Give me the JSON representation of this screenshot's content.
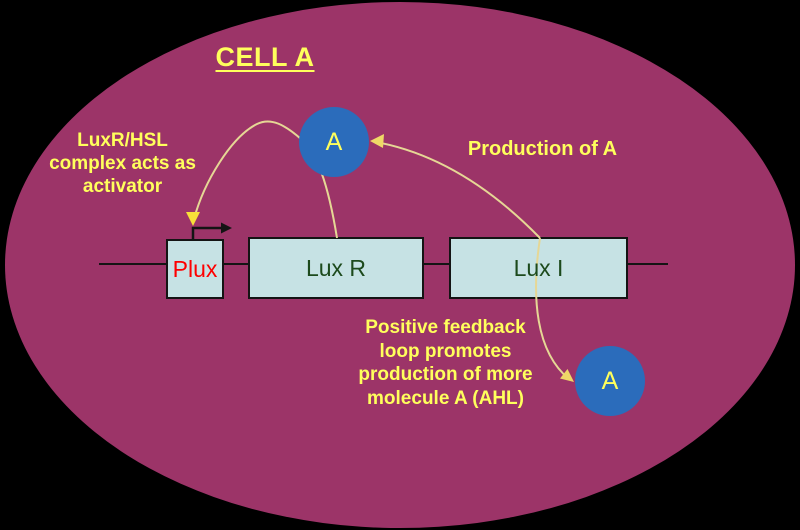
{
  "title": "CELL A",
  "annotations": {
    "activator": "LuxR/HSL\ncomplex acts as\nactivator",
    "production": "Production of A",
    "feedback": "Positive feedback\nloop promotes\nproduction of more\nmolecule A (AHL)"
  },
  "genes": {
    "promoter_label": "Plux",
    "luxr_label": "Lux R",
    "luxi_label": "Lux I"
  },
  "molecules": {
    "top_label": "A",
    "bottom_label": "A"
  },
  "colors": {
    "background": "#000000",
    "cell_fill": "#9C3468",
    "title_text": "#FFFF5C",
    "annotation_text": "#FFFF5C",
    "gene_box_fill": "#C6E2E4",
    "gene_box_border": "#141414",
    "promoter_label_text": "#FE0000",
    "gene_label_text": "#1C4A1C",
    "molecule_fill": "#2B6CBB",
    "molecule_label_text": "#FFFF5C",
    "arrow_line": "#E6D795",
    "arrow_head": "#EFD867",
    "promoter_arrow_head": "#F7DF39",
    "dna_line": "#141414"
  }
}
